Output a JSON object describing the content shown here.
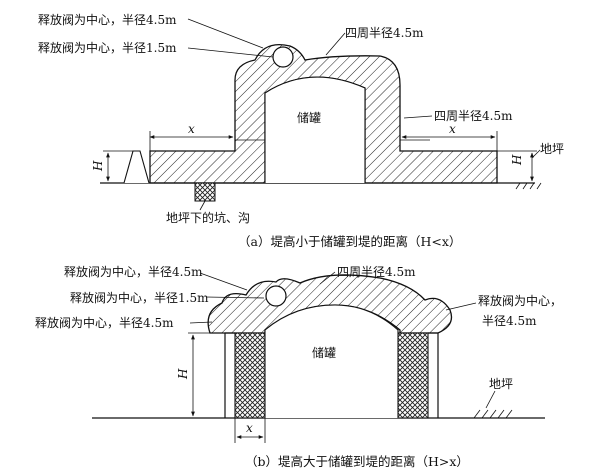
{
  "diagram_a": {
    "label_valve_45": "释放阀为中心，半径4.5m",
    "label_valve_15": "释放阀为中心，半径1.5m",
    "label_around_top": "四周半径4.5m",
    "label_around_right": "四周半径4.5m",
    "label_tank": "储罐",
    "label_x_left": "x",
    "label_x_right": "x",
    "label_h_left": "H",
    "label_h_right": "H",
    "label_ground": "地坪",
    "label_pit": "地坪下的坑、沟",
    "caption": "（a）堤高小于储罐到堤的距离（H<x）"
  },
  "diagram_b": {
    "label_valve_45_top": "释放阀为中心，半径4.5m",
    "label_valve_15": "释放阀为中心，半径1.5m",
    "label_valve_45_left": "释放阀为中心，半径4.5m",
    "label_around": "四周半径4.5m",
    "label_valve_right_1": "释放阀为中心，",
    "label_valve_right_2": "半径4.5m",
    "label_tank": "储罐",
    "label_h": "H",
    "label_x": "x",
    "label_ground": "地坪",
    "caption": "（b）堤高大于储罐到堤的距离（H>x）"
  }
}
